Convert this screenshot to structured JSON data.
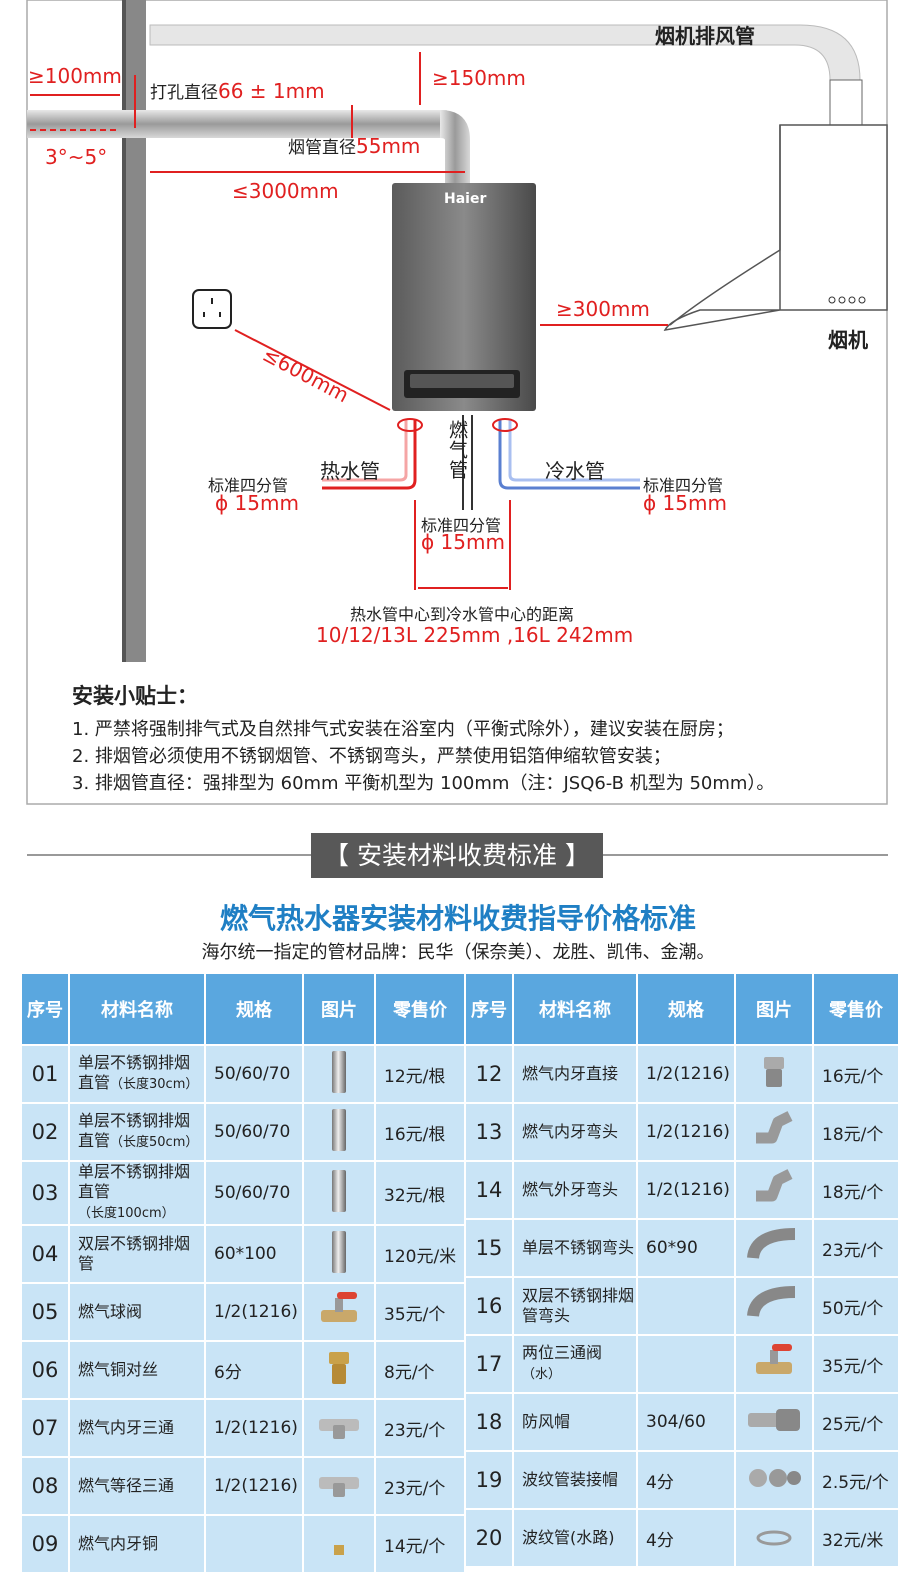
{
  "diagram": {
    "exhaust_pipe": "烟机排风管",
    "wall_gap": "≥100mm",
    "hole_label": "打孔直径",
    "hole_value": "66 ± 1mm",
    "top_gap": "≥150mm",
    "pipe_diam_label": "烟管直径",
    "pipe_diam_value": "55mm",
    "slope": "3°~5°",
    "pipe_length": "≤3000mm",
    "brand": "Haier",
    "hood_gap": "≥300mm",
    "hood": "烟机",
    "socket_dist": "≤600mm",
    "gas_pipe": "燃气管",
    "hot_pipe": "热水管",
    "cold_pipe": "冷水管",
    "std_pipe": "标准四分管",
    "std_diam": "ϕ 15mm",
    "center_dist_label": "热水管中心到冷水管中心的距离",
    "center_dist_value": "10/12/13L 225mm ,16L 242mm"
  },
  "tips": {
    "title": "安装小贴士：",
    "items": [
      "1. 严禁将强制排气式及自然排气式安装在浴室内（平衡式除外），建议安装在厨房；",
      "2. 排烟管必须使用不锈钢烟管、不锈钢弯头，严禁使用铝箔伸缩软管安装；",
      "3. 排烟管直径：强排型为 60mm 平衡机型为 100mm（注：JSQ6-B 机型为 50mm）。"
    ]
  },
  "section_title": "【 安装材料收费标准 】",
  "main_title": "燃气热水器安装材料收费指导价格标准",
  "sub_title": "海尔统一指定的管材品牌：民华（保奈美）、龙胜、凯伟、金潮。",
  "table_headers": [
    "序号",
    "材料名称",
    "规格",
    "图片",
    "零售价"
  ],
  "left_rows": [
    {
      "no": "01",
      "name": "单层不锈钢排烟直管",
      "note": "（长度30cm）",
      "spec": "50/60/70",
      "icon": "pipe-icon",
      "price": "12元/根"
    },
    {
      "no": "02",
      "name": "单层不锈钢排烟直管",
      "note": "（长度50cm）",
      "spec": "50/60/70",
      "icon": "pipe-icon",
      "price": "16元/根"
    },
    {
      "no": "03",
      "name": "单层不锈钢排烟直管",
      "note": "（长度100cm）",
      "spec": "50/60/70",
      "icon": "pipe-icon",
      "price": "32元/根"
    },
    {
      "no": "04",
      "name": "双层不锈钢排烟管",
      "note": "",
      "spec": "60*100",
      "icon": "pipe-icon",
      "price": "120元/米"
    },
    {
      "no": "05",
      "name": "燃气球阀",
      "note": "",
      "spec": "1/2(1216)",
      "icon": "valve-icon",
      "price": "35元/个"
    },
    {
      "no": "06",
      "name": "燃气铜对丝",
      "note": "",
      "spec": "6分",
      "icon": "nipple-icon",
      "price": "8元/个"
    },
    {
      "no": "07",
      "name": "燃气内牙三通",
      "note": "",
      "spec": "1/2(1216)",
      "icon": "tee-icon",
      "price": "23元/个"
    },
    {
      "no": "08",
      "name": "燃气等径三通",
      "note": "",
      "spec": "1/2(1216)",
      "icon": "tee-icon",
      "price": "23元/个"
    },
    {
      "no": "09",
      "name": "燃气内牙铜",
      "note": "",
      "spec": "",
      "icon": "fitting-icon",
      "price": "14元/个"
    }
  ],
  "right_rows": [
    {
      "no": "12",
      "name": "燃气内牙直接",
      "note": "",
      "spec": "1/2(1216)",
      "icon": "coupling-icon",
      "price": "16元/个"
    },
    {
      "no": "13",
      "name": "燃气内牙弯头",
      "note": "",
      "spec": "1/2(1216)",
      "icon": "elbow-icon",
      "price": "18元/个"
    },
    {
      "no": "14",
      "name": "燃气外牙弯头",
      "note": "",
      "spec": "1/2(1216)",
      "icon": "elbow-icon",
      "price": "18元/个"
    },
    {
      "no": "15",
      "name": "单层不锈钢弯头",
      "note": "",
      "spec": "60*90",
      "icon": "bend-icon",
      "price": "23元/个"
    },
    {
      "no": "16",
      "name": "双层不锈钢排烟管弯头",
      "note": "",
      "spec": "",
      "icon": "bend-icon",
      "price": "50元/个"
    },
    {
      "no": "17",
      "name": "两位三通阀",
      "note": "（水）",
      "spec": "",
      "icon": "valve-icon",
      "price": "35元/个"
    },
    {
      "no": "18",
      "name": "防风帽",
      "note": "",
      "spec": "304/60",
      "icon": "cap-icon",
      "price": "25元/个"
    },
    {
      "no": "19",
      "name": "波纹管装接帽",
      "note": "",
      "spec": "4分",
      "icon": "nuts-icon",
      "price": "2.5元/个"
    },
    {
      "no": "20",
      "name": "波纹管(水路)",
      "note": "",
      "spec": "4分",
      "icon": "hose-icon",
      "price": "32元/米"
    }
  ]
}
